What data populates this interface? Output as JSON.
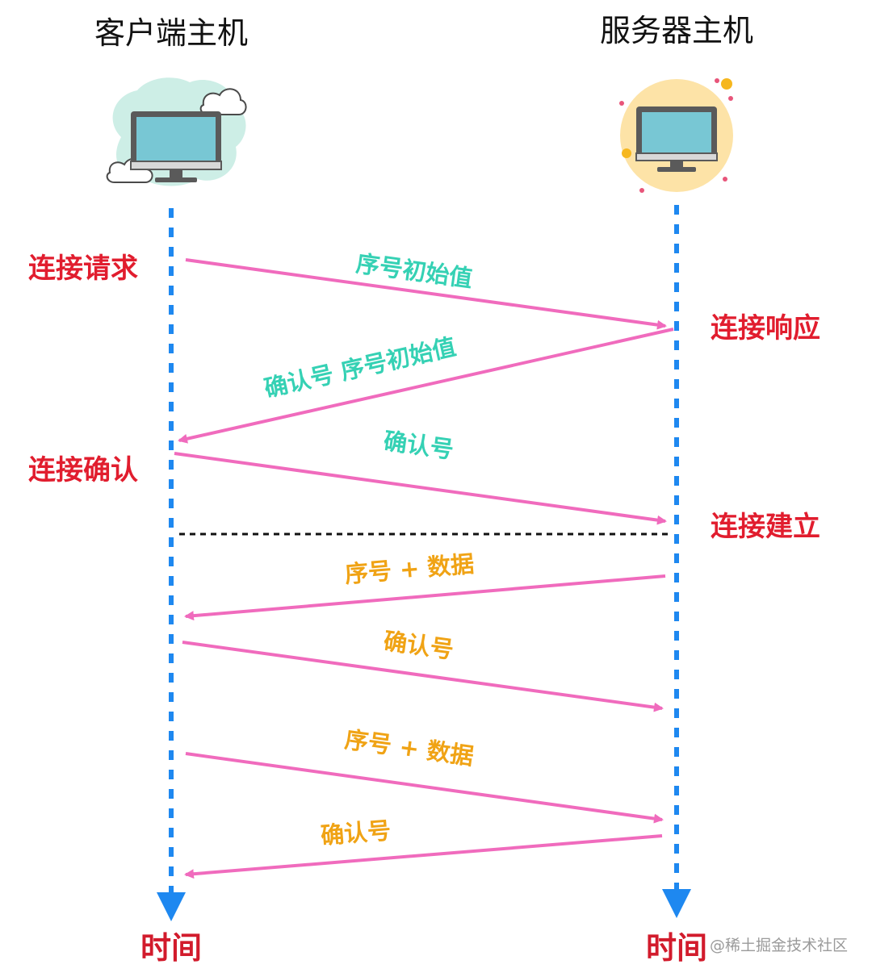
{
  "hosts": {
    "client": {
      "title": "客户端主机",
      "icon": "apple-monitor-icon"
    },
    "server": {
      "title": "服务器主机",
      "icon": "apple-monitor-icon"
    }
  },
  "events": {
    "connect_request": "连接请求",
    "connect_response": "连接响应",
    "connect_confirm": "连接确认",
    "connect_established": "连接建立"
  },
  "messages": {
    "m1": "序号初始值",
    "m2": "确认号  序号初始值",
    "m3": "确认号",
    "m4": "序号 + 数据",
    "m5": "确认号",
    "m6": "序号 + 数据",
    "m7": "确认号"
  },
  "time_labels": {
    "client": "时间",
    "server": "时间"
  },
  "watermark": "@稀土掘金技术社区",
  "colors": {
    "timeline": "#1e88f0",
    "arrow": "#f06bbd",
    "event_text": "#e11d2e",
    "message_teal": "#35d1b4",
    "message_orange": "#f0a315",
    "client_bubble": "#cdeee6",
    "server_bubble": "#fde3a7"
  }
}
